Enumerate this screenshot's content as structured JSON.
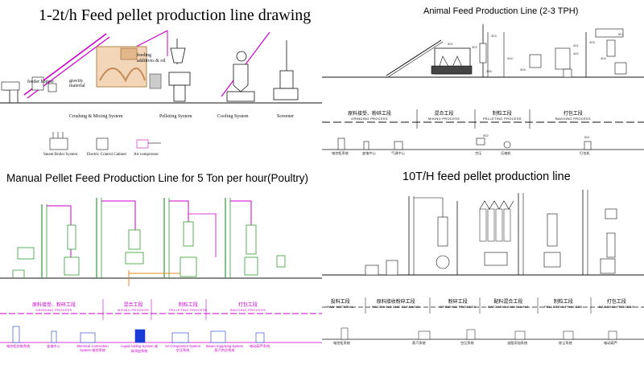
{
  "panel1": {
    "title": "1-2t/h Feed pellet production line drawing",
    "labels": {
      "feeding": "feeding",
      "additives": "additives & oil",
      "gravity": "gravity",
      "material": "material",
      "feeder": "feeder hopper",
      "crushing": "Crushing & Mixing System",
      "pelleting": "Pelleting System",
      "cooling": "Cooling System",
      "screener": "Screener",
      "boiler": "Steam Boiler System",
      "cabinet": "Electric Control Cabinet",
      "compressor": "Air compressor"
    }
  },
  "panel2": {
    "title": "Animal Feed Production Line (2-3 TPH)",
    "stages": [
      {
        "cn": "原料接受、粉碎工段",
        "en": "GRINDING PROCESS"
      },
      {
        "cn": "混合工段",
        "en": "MIXING PROCESS"
      },
      {
        "cn": "制粒工段",
        "en": "PELLETING PROCESS"
      },
      {
        "cn": "打包工段",
        "en": "BAGGING PROCESS"
      }
    ],
    "legend": [
      "电控柜系统",
      "变电中心",
      "气源中心",
      "空压",
      "压缩机",
      "打包机"
    ],
    "tags": [
      "301",
      "302",
      "303",
      "304",
      "305",
      "306",
      "401",
      "402",
      "403",
      "404",
      "501",
      "502",
      "601"
    ]
  },
  "panel3": {
    "title": "Manual Pellet Feed Production Line for 5 Ton per hour(Poultry)",
    "stages": [
      {
        "cn": "原料接受、粉碎工段",
        "en": "GRINDING PROCESS"
      },
      {
        "cn": "混合工段",
        "en": "MIXING PROCESS"
      },
      {
        "cn": "制粒工段",
        "en": "PELLETING PROCESS"
      },
      {
        "cn": "打包工段",
        "en": "BAGGING PROCESS"
      }
    ],
    "legend": [
      "电控柜控制系统",
      "变电中心",
      "Electrical Connection System 电控系统",
      "Liquid Adding System 液体添加系统",
      "Air Compressor System 空压系统",
      "Steam Supplying System 蒸汽供应系统",
      "电动葫芦系统"
    ]
  },
  "panel4": {
    "title": "10T/H feed pellet production line",
    "stages": [
      {
        "cn": "投料工段",
        "en": "RAW MATERIAL"
      },
      {
        "cn": "原料接收粉碎工段",
        "en": "RECEIVING AND CLEANING"
      },
      {
        "cn": "粉碎工段",
        "en": "GRINDING PROCESS"
      },
      {
        "cn": "配料混合工段",
        "en": "BATCHING AND MIXING"
      },
      {
        "cn": "制粒工段",
        "en": "PELLETING PROCESS"
      },
      {
        "cn": "打包工段",
        "en": "BAGGING PROCESS"
      }
    ],
    "legend": [
      "电控柜系统",
      "蒸汽系统",
      "空压系统",
      "油脂添加系统",
      "除尘系统",
      "电动葫芦"
    ]
  },
  "colors": {
    "line": "#111111",
    "magenta": "#cc00cc",
    "green": "#2f9e2f",
    "blue": "#1a3cd6",
    "orange": "#e08a1e",
    "tan": "#b5874a"
  }
}
